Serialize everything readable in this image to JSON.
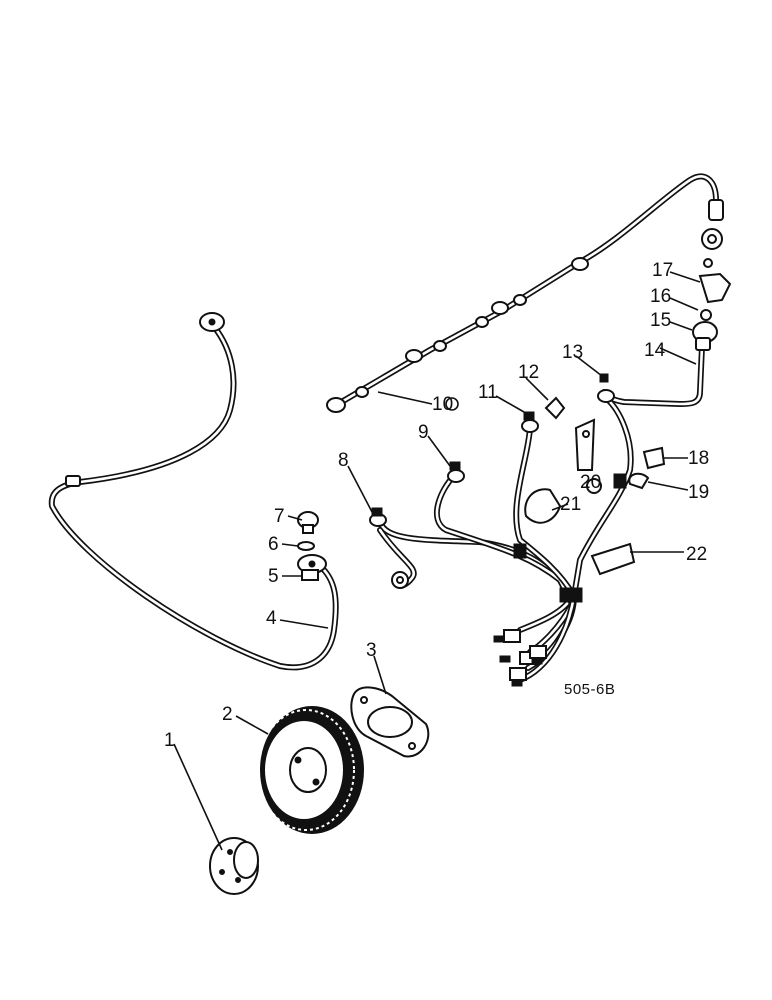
{
  "diagram": {
    "reference_code": "505-6B",
    "callouts": [
      "1",
      "2",
      "3",
      "4",
      "5",
      "6",
      "7",
      "8",
      "9",
      "10",
      "11",
      "12",
      "13",
      "14",
      "15",
      "16",
      "17",
      "18",
      "19",
      "20",
      "21",
      "22"
    ]
  }
}
